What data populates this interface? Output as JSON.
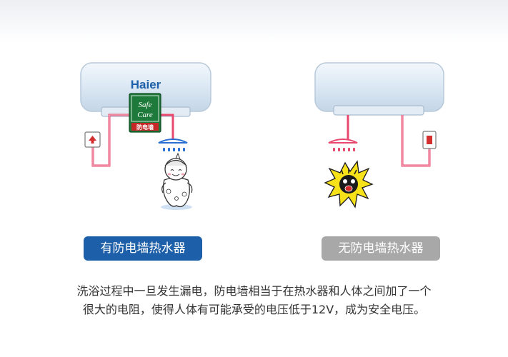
{
  "brand": {
    "logo_text": "Haier"
  },
  "safe_badge": {
    "line1": "Safe",
    "line2": "Care",
    "stamp": "防电墙"
  },
  "labels": {
    "with_wall": "有防电墙热水器",
    "without_wall": "无防电墙热水器"
  },
  "description": {
    "line1": "洗浴过程中一旦发生漏电，防电墙相当于在热水器和人体之间加了一个",
    "line2": "很大的电阻，使得人体有可能承受的电压低于12V，成为安全电压。"
  },
  "colors": {
    "safe_button": "#1d5fa8",
    "unsafe_button": "#a8a8a8",
    "wire": "#e8486e",
    "water_safe": "#2a6fd1",
    "water_unsafe": "#e8486e",
    "badge_green": "#1e7a3a",
    "badge_red": "#c62828"
  },
  "icons": {
    "plug": "plug-icon",
    "shower": "shower-head-icon",
    "happy_person": "happy-bather-icon",
    "shocked_person": "electric-shock-icon"
  }
}
